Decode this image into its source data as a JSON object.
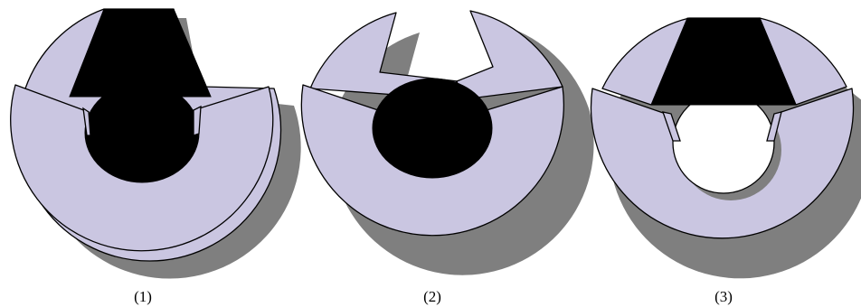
{
  "figure": {
    "panels": [
      {
        "caption": "(1)"
      },
      {
        "caption": "(2)"
      },
      {
        "caption": "(3)"
      }
    ]
  }
}
